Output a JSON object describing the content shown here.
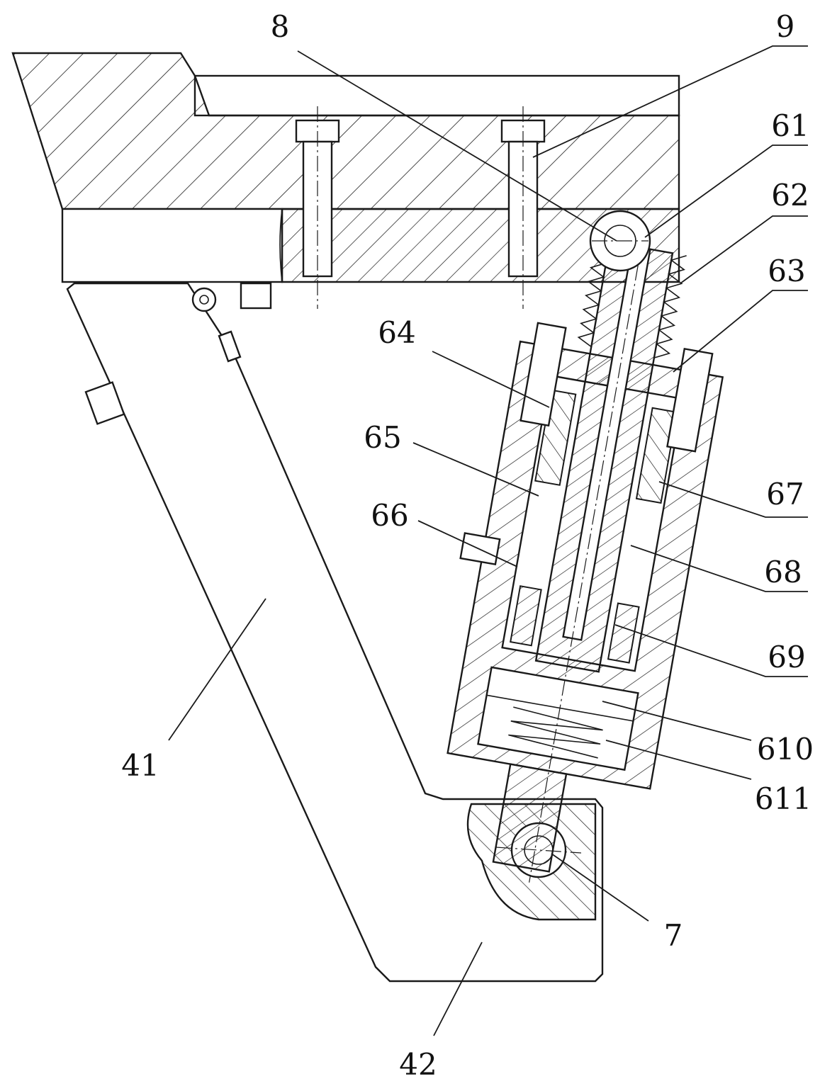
{
  "drawing": {
    "labels": {
      "l8": "8",
      "l9": "9",
      "l61": "61",
      "l62": "62",
      "l63": "63",
      "l64": "64",
      "l65": "65",
      "l66": "66",
      "l67": "67",
      "l68": "68",
      "l69": "69",
      "l610": "610",
      "l611": "611",
      "l41": "41",
      "l42": "42",
      "l7": "7"
    }
  }
}
